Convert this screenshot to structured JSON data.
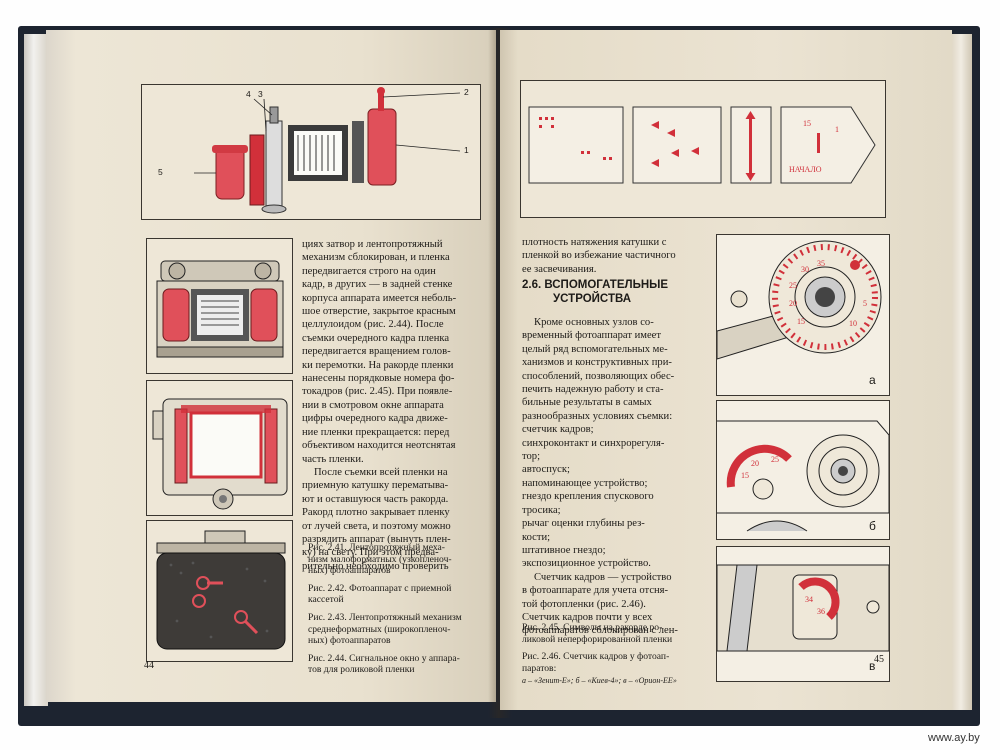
{
  "left_page": {
    "page_number": "44",
    "figure_top_callouts": [
      "5",
      "4",
      "3",
      "2",
      "1"
    ],
    "body_lines": [
      "циях затвор и лентопротяжный",
      "механизм сблокирован, и пленка",
      "передвигается строго на один",
      "кадр, в других — в задней стенке",
      "корпуса аппарата имеется неболь-",
      "шое отверстие, закрытое красным",
      "целлулоидом (рис. 2.44). После",
      "съемки очередного кадра пленка",
      "передвигается вращением голов-",
      "ки перемотки. На ракорде пленки",
      "нанесены порядковые номера фо-",
      "токадров (рис. 2.45). При появле-",
      "нии в смотровом окне аппарата",
      "цифры очередного кадра движе-",
      "ние пленки прекращается: перед",
      "объективом находится неотснятая",
      "часть пленки.",
      "После съемки всей пленки на",
      "приемную катушку перематыва-",
      "ют и оставшуюся часть ракорда.",
      "Ракорд плотно закрывает пленку",
      "от лучей света, и поэтому можно",
      "разрядить аппарат (вынуть плен-",
      "ку) на свету. При этом предва-",
      "рительно необходимо проверить"
    ],
    "captions": [
      "Рис. 2.41. Лентопротяжный меха-",
      "низм малоформатных (узкопленоч-",
      "ных) фотоаппаратов",
      "Рис. 2.42. Фотоаппарат с приемной",
      "кассетой",
      "Рис. 2.43. Лентопротяжный механизм",
      "среднеформатных (широкопленоч-",
      "ных) фотоаппаратов",
      "Рис. 2.44. Сигнальное окно у аппара-",
      "тов для роликовой пленки"
    ]
  },
  "right_page": {
    "page_number": "45",
    "leader_labels": [
      "15",
      "1",
      "НАЧАЛО"
    ],
    "top_text": [
      "плотность натяжения катушки с",
      "пленкой во избежание частичного",
      "ее засвечивания."
    ],
    "section_heading": [
      "2.6. ВСПОМОГАТЕЛЬНЫЕ",
      "УСТРОЙСТВА"
    ],
    "body_lines": [
      "Кроме основных узлов со-",
      "временный фотоаппарат имеет",
      "целый ряд вспомогательных ме-",
      "ханизмов и конструктивных при-",
      "способлений, позволяющих обес-",
      "печить надежную работу и ста-",
      "бильные результаты в самых",
      "разнообразных условиях съемки:",
      "счетчик кадров;",
      "синхроконтакт и синхрорегуля-",
      "тор;",
      "автоспуск;",
      "напоминающее устройство;",
      "гнездо крепления спускового",
      "тросика;",
      "рычаг оценки глубины рез-",
      "кости;",
      "штативное гнездо;",
      "экспозиционное устройство.",
      "Счетчик кадров — устройство",
      "в фотоаппарате для учета отсня-",
      "той фотопленки (рис. 2.46).",
      "Счетчик кадров почти у всех",
      "фотоаппаратов сблокирован с лен-"
    ],
    "captions": [
      "Рис. 2.45. Символы на ракорде ро-",
      "ликовой неперфорированной пленки",
      "Рис. 2.46. Счетчик кадров у фотоап-",
      "паратов:"
    ],
    "caption_sub": "а – «Зенит-Е»; б – «Киев-4»; в – «Орион-ЕЕ»",
    "panel_labels": [
      "а",
      "б",
      "в"
    ],
    "dial_a_numbers": [
      "35",
      "30",
      "25",
      "20",
      "15",
      "10",
      "5"
    ],
    "dial_b_numbers": [
      "15",
      "20",
      "25"
    ],
    "dial_c_numbers": [
      "34",
      "36"
    ]
  },
  "watermark": "www.ay.by",
  "colors": {
    "accent_red": "#d1303a",
    "paper": "#e9e1cf",
    "cover": "#1d2430",
    "ink": "#1d1b18"
  }
}
